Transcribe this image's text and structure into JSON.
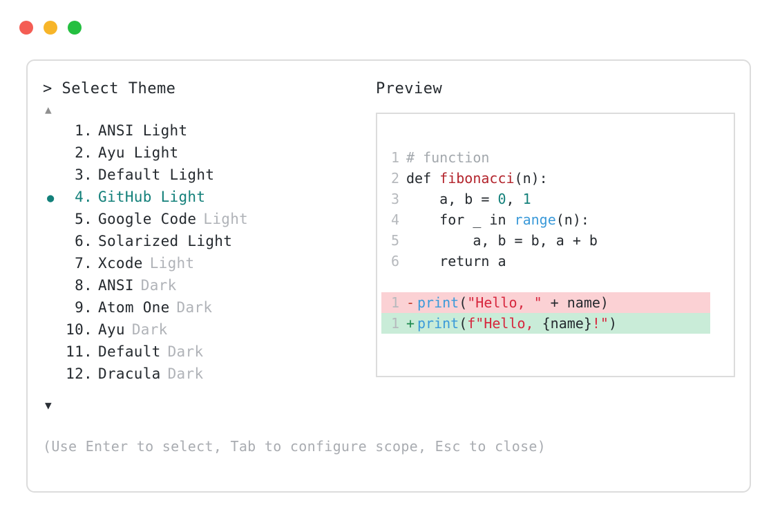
{
  "window": {
    "dots": [
      {
        "name": "close-dot",
        "color": "#f45d54"
      },
      {
        "name": "minimize-dot",
        "color": "#f7b529"
      },
      {
        "name": "maximize-dot",
        "color": "#24bf40"
      }
    ]
  },
  "picker": {
    "title": "> Select Theme",
    "scroll_up": "▲",
    "scroll_down": "▼",
    "selected_index": 4,
    "bullet": "●",
    "hint": "(Use Enter to select, Tab to configure scope, Esc to close)",
    "items": [
      {
        "index": "1.",
        "name": "ANSI Light",
        "variant": "",
        "variant_dim": false,
        "selected": false
      },
      {
        "index": "2.",
        "name": "Ayu Light",
        "variant": "",
        "variant_dim": false,
        "selected": false
      },
      {
        "index": "3.",
        "name": "Default Light",
        "variant": "",
        "variant_dim": false,
        "selected": false
      },
      {
        "index": "4.",
        "name": "GitHub Light",
        "variant": "",
        "variant_dim": false,
        "selected": true
      },
      {
        "index": "5.",
        "name": "Google Code",
        "variant": "Light",
        "variant_dim": true,
        "selected": false
      },
      {
        "index": "6.",
        "name": "Solarized Light",
        "variant": "",
        "variant_dim": false,
        "selected": false
      },
      {
        "index": "7.",
        "name": "Xcode",
        "variant": "Light",
        "variant_dim": true,
        "selected": false
      },
      {
        "index": "8.",
        "name": "ANSI",
        "variant": "Dark",
        "variant_dim": true,
        "selected": false
      },
      {
        "index": "9.",
        "name": "Atom One",
        "variant": "Dark",
        "variant_dim": true,
        "selected": false
      },
      {
        "index": "10.",
        "name": "Ayu",
        "variant": "Dark",
        "variant_dim": true,
        "selected": false
      },
      {
        "index": "11.",
        "name": "Default",
        "variant": "Dark",
        "variant_dim": true,
        "selected": false
      },
      {
        "index": "12.",
        "name": "Dracula",
        "variant": "Dark",
        "variant_dim": true,
        "selected": false
      }
    ]
  },
  "preview": {
    "title": "Preview",
    "code_lines": [
      {
        "num": "1",
        "tokens": [
          {
            "t": "# function",
            "c": "comment"
          }
        ]
      },
      {
        "num": "2",
        "tokens": [
          {
            "t": "def ",
            "c": "keyword"
          },
          {
            "t": "fibonacci",
            "c": "func"
          },
          {
            "t": "(n):",
            "c": "plain"
          }
        ]
      },
      {
        "num": "3",
        "tokens": [
          {
            "t": "    a, b = ",
            "c": "plain"
          },
          {
            "t": "0",
            "c": "number"
          },
          {
            "t": ", ",
            "c": "plain"
          },
          {
            "t": "1",
            "c": "number"
          }
        ]
      },
      {
        "num": "4",
        "tokens": [
          {
            "t": "    for _ in ",
            "c": "plain"
          },
          {
            "t": "range",
            "c": "builtin"
          },
          {
            "t": "(n):",
            "c": "plain"
          }
        ]
      },
      {
        "num": "5",
        "tokens": [
          {
            "t": "        a, b = b, a + b",
            "c": "plain"
          }
        ]
      },
      {
        "num": "6",
        "tokens": [
          {
            "t": "    return a",
            "c": "plain"
          }
        ]
      }
    ],
    "diff_lines": [
      {
        "num": "1",
        "sign": "-",
        "kind": "del",
        "tokens": [
          {
            "t": "print",
            "c": "builtin"
          },
          {
            "t": "(",
            "c": "plain"
          },
          {
            "t": "\"Hello, \"",
            "c": "string"
          },
          {
            "t": " + name)",
            "c": "plain"
          }
        ]
      },
      {
        "num": "1",
        "sign": "+",
        "kind": "add",
        "tokens": [
          {
            "t": "print",
            "c": "builtin"
          },
          {
            "t": "(",
            "c": "plain"
          },
          {
            "t": "f\"Hello, ",
            "c": "string"
          },
          {
            "t": "{name}",
            "c": "plain"
          },
          {
            "t": "!\"",
            "c": "string"
          },
          {
            "t": ")",
            "c": "plain"
          }
        ]
      }
    ]
  },
  "colors": {
    "accent_teal": "#13807a",
    "dim_gray": "#b0b3b8",
    "text": "#24292e",
    "diff_del_bg": "#fbd1d4",
    "diff_add_bg": "#c9ecd8",
    "border": "#dcdcdc"
  }
}
